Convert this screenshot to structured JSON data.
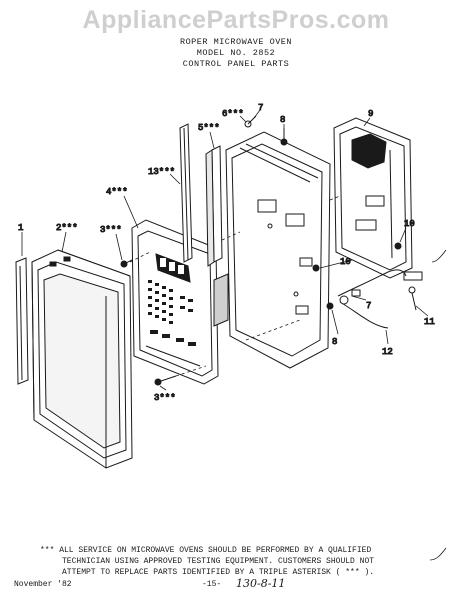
{
  "watermark": "AppliancePartsPros.com",
  "header": {
    "line1": "ROPER MICROWAVE OVEN",
    "line2": "MODEL NO. 2852",
    "line3": "CONTROL PANEL PARTS"
  },
  "callouts": {
    "c1": "1",
    "c2": "2***",
    "c3a": "3***",
    "c3b": "3***",
    "c4": "4***",
    "c5": "5***",
    "c6": "6***",
    "c7a": "7",
    "c7b": "7",
    "c8a": "8",
    "c8b": "8",
    "c9": "9",
    "c10a": "10",
    "c10b": "10",
    "c11": "11",
    "c12": "12",
    "c13": "13***"
  },
  "note": {
    "line1": "*** ALL SERVICE ON MICROWAVE OVENS SHOULD BE PERFORMED BY A QUALIFIED",
    "line2": "TECHNICIAN USING APPROVED TESTING EQUIPMENT. CUSTOMERS SHOULD NOT",
    "line3": "ATTEMPT TO REPLACE PARTS IDENTIFIED BY A TRIPLE ASTERISK ( *** )."
  },
  "footer": {
    "date": "November '82",
    "page": "-15-",
    "handwritten": "130-8-11"
  }
}
